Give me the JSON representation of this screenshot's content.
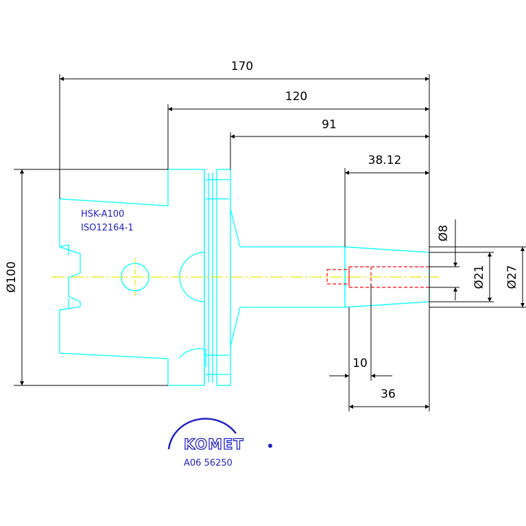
{
  "colors": {
    "outline": "#00ffff",
    "centerline": "#e8e800",
    "hidden": "#ff0000",
    "dimension": "#000000",
    "annotation": "#1f1fc8"
  },
  "dimensions": {
    "total_length": "170",
    "length_120": "120",
    "length_91": "91",
    "length_38": "38.12",
    "dia_100": "Ø100",
    "dia_8": "Ø8",
    "dia_21": "Ø21",
    "dia_27": "Ø27",
    "depth_10": "10",
    "depth_36": "36"
  },
  "annotations": {
    "interface": "HSK-A100",
    "standard": "ISO12164-1",
    "brand": "KOMET",
    "part_number": "A06 56250"
  }
}
